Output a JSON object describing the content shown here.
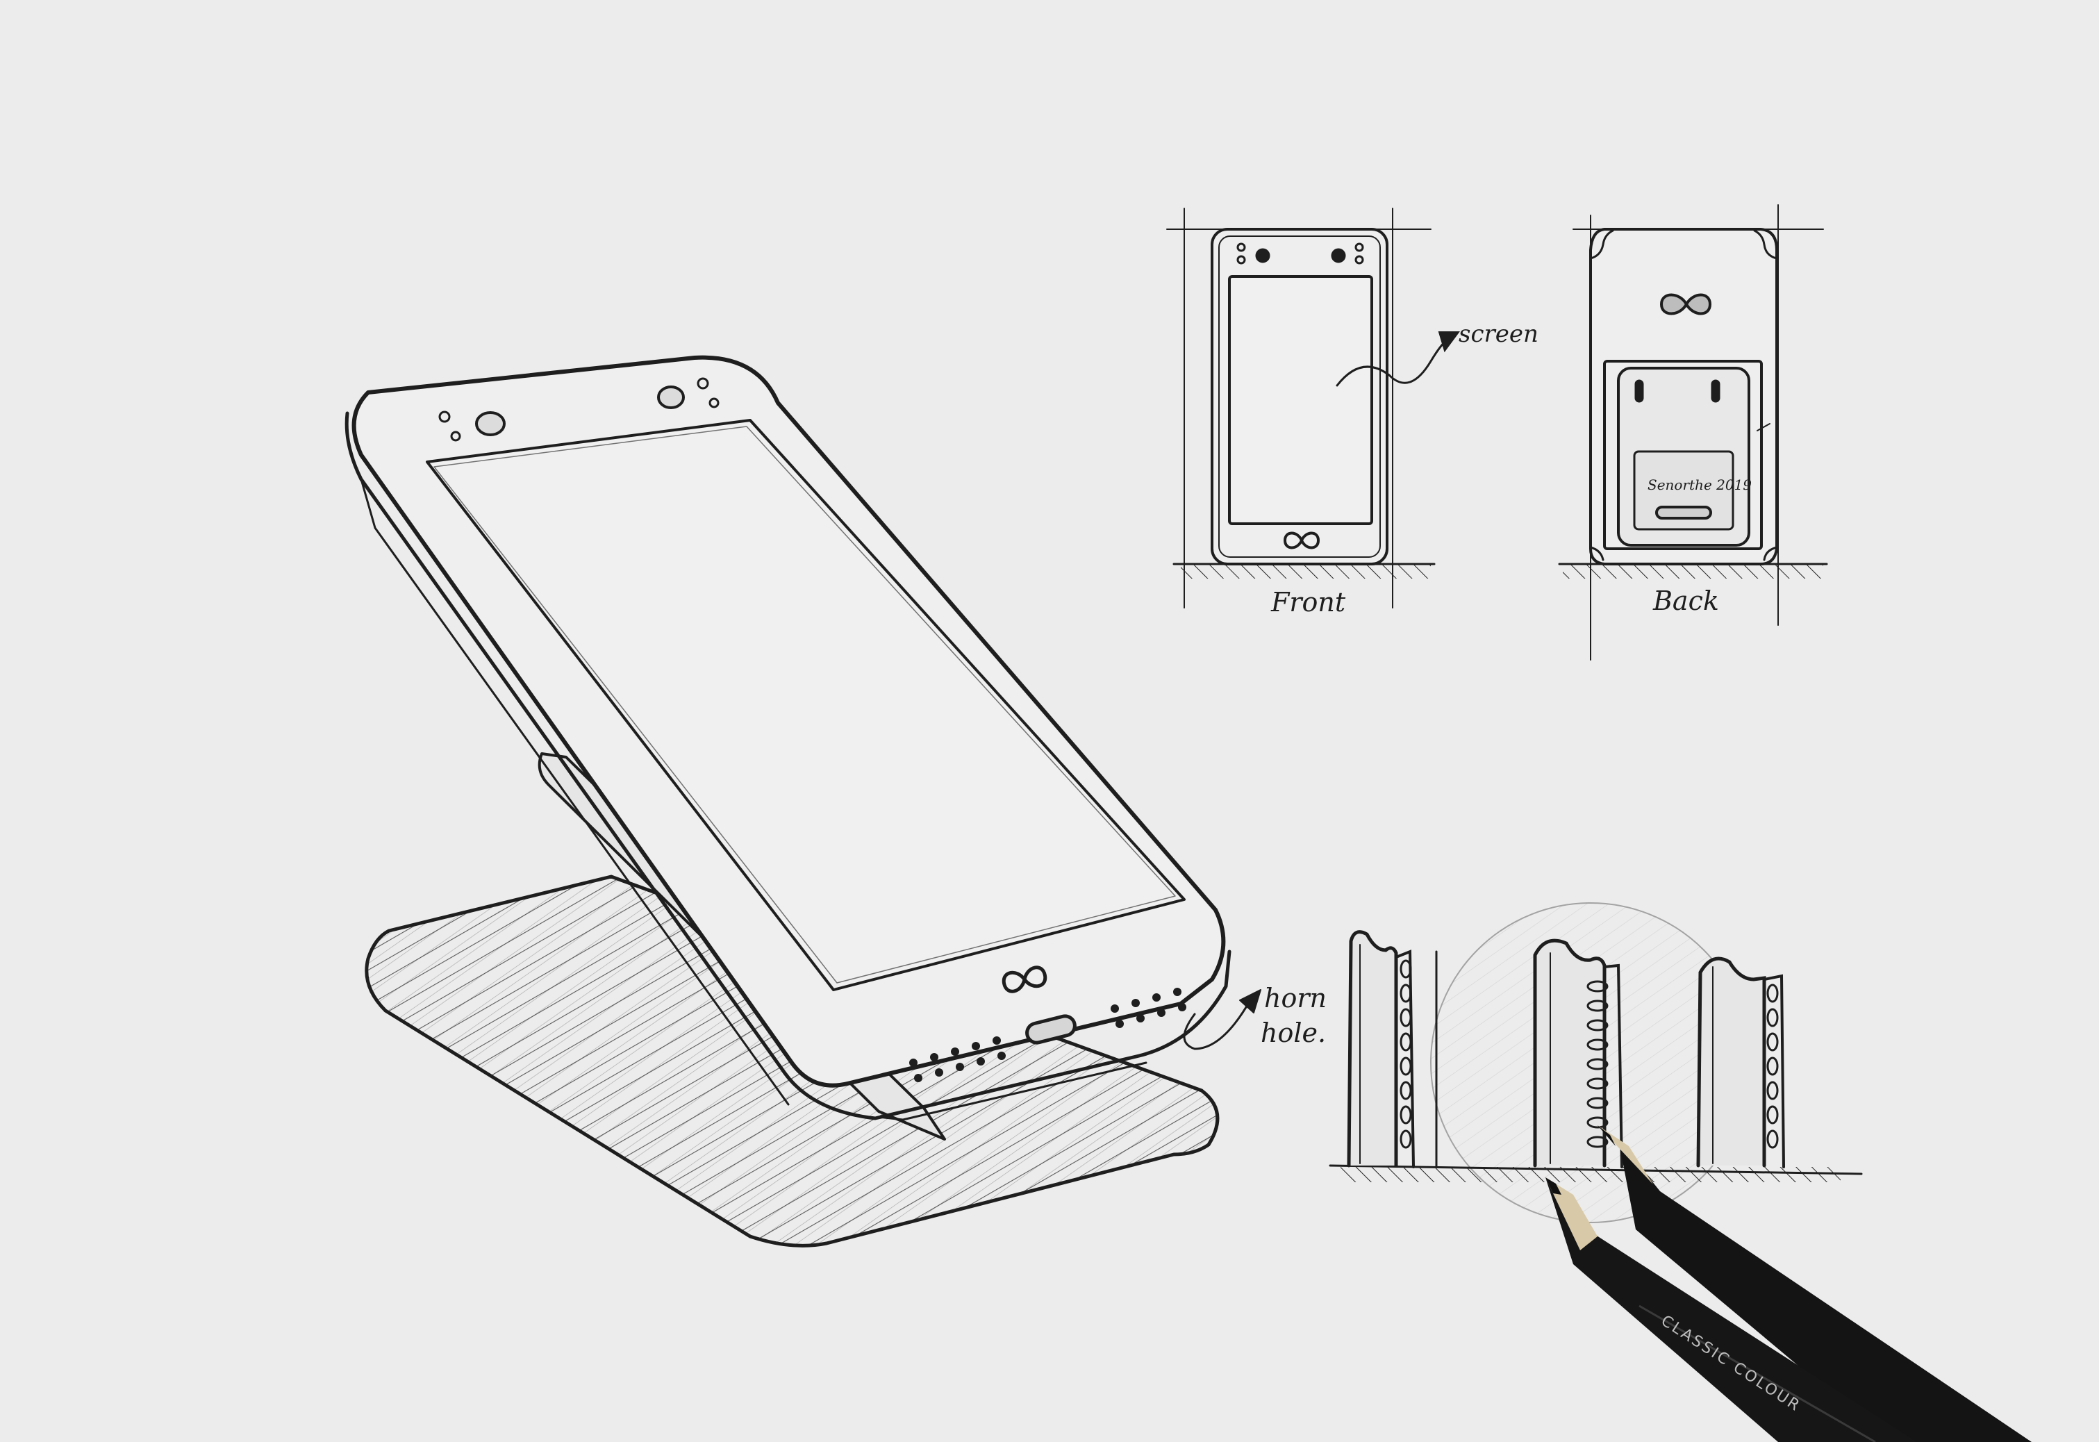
{
  "annotations": {
    "screen": "screen",
    "horn_hole_line1": "horn",
    "horn_hole_line2": "hole.",
    "front": "Front",
    "back": "Back",
    "back_panel_signature": "Senorthe 2019"
  },
  "colors": {
    "paper": "#ececec",
    "ink": "#1e1e1e",
    "pencil_body": "#141414",
    "pencil_wood": "#d8c9a8"
  },
  "icons": {
    "logo": "infinity-logo",
    "pencil": "pencil"
  },
  "pencil_imprint": "CLASSIC COLOUR"
}
